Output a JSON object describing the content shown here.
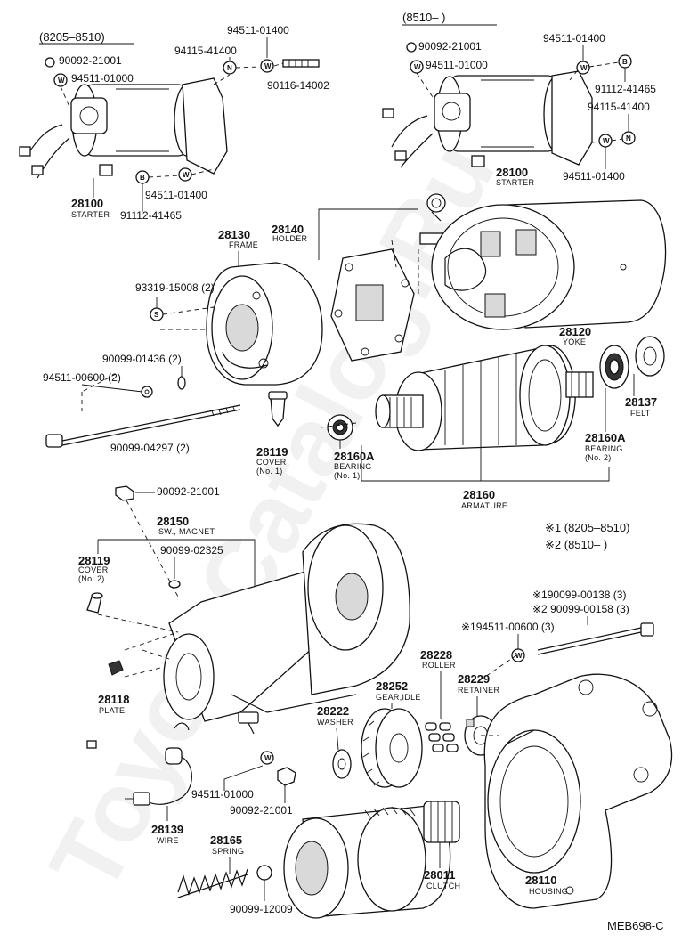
{
  "watermark": "ToyotaCatalog.Ru",
  "headers": {
    "left_range": "(8205–8510)",
    "right_range": "(8510–        )"
  },
  "notes": {
    "note1": "※1  (8205–8510)",
    "note2": "※2  (8510–        )"
  },
  "diagram_code": "MEB698-C",
  "symbols": {
    "W": "W",
    "N": "N",
    "B": "B",
    "S": "S"
  },
  "parts": {
    "p90092_l": "90092-21001",
    "p94511_01000_l": "94511-01000",
    "p94511_01400_top_l": "94511-01400",
    "p94115_l": "94115-41400",
    "p90116": "90116-14002",
    "p94511_01400_bot_l": "94511-01400",
    "p91112_l": "91112-41465",
    "p28100_l": "28100",
    "starter_l": "STARTER",
    "p90092_r": "90092-21001",
    "p94511_01000_r": "94511-01000",
    "p94511_01400_top_r": "94511-01400",
    "p91112_r": "91112-41465",
    "p94115_r": "94115-41400",
    "p28100_r": "28100",
    "starter_r": "STARTER",
    "p94511_01400_bot_r": "94511-01400",
    "p28130": "28130",
    "frame": "FRAME",
    "p28140": "28140",
    "holder": "HOLDER",
    "p93319": "93319-15008 (2)",
    "p90099_01436": "90099-01436 (2)",
    "p94511_00600": "94511-00600 (2)",
    "p90099_04297": "90099-04297 (2)",
    "p28119_1": "28119",
    "cover1": "COVER",
    "cover1_no": "(No. 1)",
    "p28120": "28120",
    "yoke": "YOKE",
    "p28137": "28137",
    "felt": "FELT",
    "p28160a_r": "28160A",
    "bearing_r": "BEARING",
    "bearing_r_no": "(No. 2)",
    "p28160a_l": "28160A",
    "bearing_l": "BEARING",
    "bearing_l_no": "(No. 1)",
    "p28160": "28160",
    "armature": "ARMATURE",
    "p90092_mid": "90092-21001",
    "p28150": "28150",
    "sw_magnet": "SW., MAGNET",
    "p28119_2": "28119",
    "cover2": "COVER",
    "cover2_no": "(No. 2)",
    "p90099_02325": "90099-02325",
    "p28118": "28118",
    "plate": "PLATE",
    "p90099_00138": "※190099-00138 (3)",
    "p90099_00158": "※2 90099-00158 (3)",
    "p94511_00600_b": "※194511-00600 (3)",
    "p28228": "28228",
    "roller": "ROLLER",
    "p28229": "28229",
    "retainer": "RETAINER",
    "p28252": "28252",
    "gear_idle": "GEAR,IDLE",
    "p28222": "28222",
    "washer": "WASHER",
    "p94511_01000_b": "94511-01000",
    "p90092_b": "90092-21001",
    "p28139": "28139",
    "wire": "WIRE",
    "p28165": "28165",
    "spring": "SPRING",
    "p90099_12009": "90099-12009",
    "p28011": "28011",
    "clutch": "CLUTCH",
    "p28110": "28110",
    "housing": "HOUSING"
  }
}
